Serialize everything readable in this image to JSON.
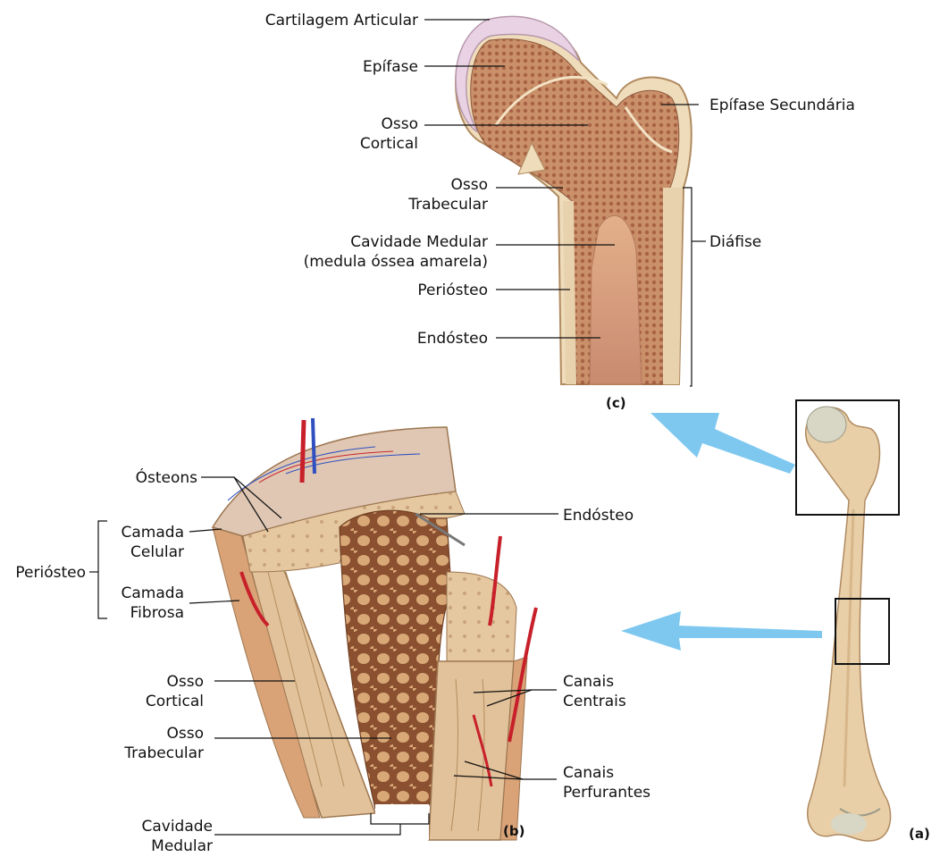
{
  "labels": {
    "cartilage": "Cartilagem Articular",
    "epiphysis": "Epífase",
    "cortical_c_1": "Osso",
    "cortical_c_2": "Cortical",
    "secondary_epiphysis": "Epífase Secundária",
    "trabecular_c_1": "Osso",
    "trabecular_c_2": "Trabecular",
    "medullary_c_1": "Cavidade Medular",
    "medullary_c_2": "(medula óssea amarela)",
    "diaphysis": "Diáfise",
    "periosteum_c": "Periósteo",
    "endosteum_c": "Endósteo",
    "osteons": "Ósteons",
    "endosteum_b": "Endósteo",
    "periosteum_b": "Periósteo",
    "cellular_1": "Camada",
    "cellular_2": "Celular",
    "fibrous_1": "Camada",
    "fibrous_2": "Fibrosa",
    "cortical_b_1": "Osso",
    "cortical_b_2": "Cortical",
    "central_1": "Canais",
    "central_2": "Centrais",
    "trabecular_b_1": "Osso",
    "trabecular_b_2": "Trabecular",
    "perforating_1": "Canais",
    "perforating_2": "Perfurantes",
    "medullary_b_1": "Cavidade",
    "medullary_b_2": "Medular"
  },
  "panels": {
    "a": "(a)",
    "b": "(b)",
    "c": "(c)"
  },
  "colors": {
    "arrow": "#7ec8f0",
    "bone_light": "#e8cfa8",
    "bone_mid": "#c89a6a",
    "spongy": "#8a5a3a",
    "cartilage": "#e6d0e0",
    "vessel_red": "#c8202a",
    "vessel_blue": "#3050c0"
  }
}
